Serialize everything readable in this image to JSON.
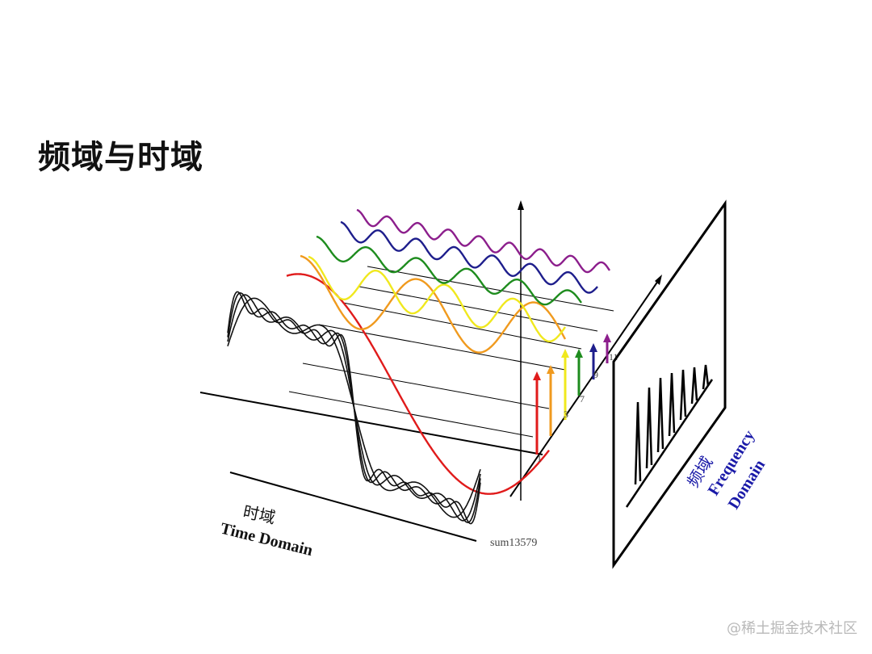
{
  "title": "频域与时域",
  "time_domain": {
    "label_cn": "时域",
    "label_en": "Time Domain"
  },
  "frequency_domain": {
    "label_cn": "频域",
    "label_en_1": "Frequency",
    "label_en_2": "Domain"
  },
  "sum_label": "sum13579",
  "harmonics": [
    {
      "n": "1",
      "color": "#e01b1b"
    },
    {
      "n": "3",
      "color": "#f09a1e"
    },
    {
      "n": "5",
      "color": "#f0e81e"
    },
    {
      "n": "7",
      "color": "#1e8c1e"
    },
    {
      "n": "9",
      "color": "#1e1e8c"
    },
    {
      "n": "11",
      "color": "#8c1e8c"
    }
  ],
  "watermark": "@稀土掘金技术社区"
}
